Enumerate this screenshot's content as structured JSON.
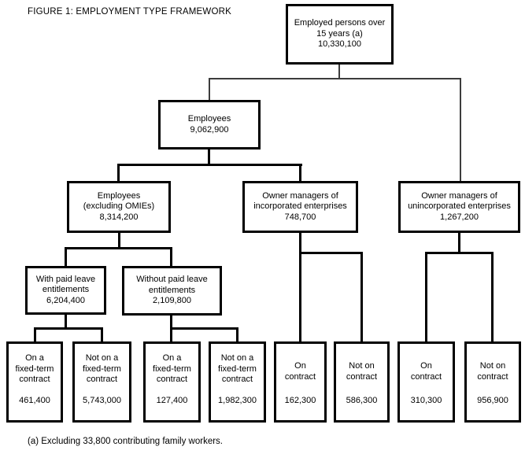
{
  "figure": {
    "title": "FIGURE 1: EMPLOYMENT TYPE FRAMEWORK",
    "footnote": "(a) Excluding 33,800 contributing family workers."
  },
  "nodes": {
    "root": {
      "label": "Employed persons over\n15 years (a)",
      "value": "10,330,100"
    },
    "employees": {
      "label": "Employees",
      "value": "9,062,900"
    },
    "employees_excl_omies": {
      "label": "Employees\n(excluding OMIEs)",
      "value": "8,314,200"
    },
    "om_incorporated": {
      "label": "Owner managers of\nincorporated enterprises",
      "value": "748,700"
    },
    "om_unincorporated": {
      "label": "Owner managers of\nunincorporated enterprises",
      "value": "1,267,200"
    },
    "with_paid_leave": {
      "label": "With paid leave\nentitlements",
      "value": "6,204,400"
    },
    "without_paid_leave": {
      "label": "Without paid leave\nentitlements",
      "value": "2,109,800"
    },
    "wpl_on_fixed_term": {
      "label": "On a\nfixed-term\ncontract",
      "value": "461,400"
    },
    "wpl_not_fixed_term": {
      "label": "Not on a\nfixed-term\ncontract",
      "value": "5,743,000"
    },
    "wopl_on_fixed_term": {
      "label": "On a\nfixed-term\ncontract",
      "value": "127,400"
    },
    "wopl_not_fixed_term": {
      "label": "Not on a\nfixed-term\ncontract",
      "value": "1,982,300"
    },
    "inc_on_contract": {
      "label": "On\ncontract",
      "value": "162,300"
    },
    "inc_not_on_contract": {
      "label": "Not on\ncontract",
      "value": "586,300"
    },
    "uninc_on_contract": {
      "label": "On\ncontract",
      "value": "310,300"
    },
    "uninc_not_on_contract": {
      "label": "Not on\ncontract",
      "value": "956,900"
    }
  },
  "colors": {
    "box_border": "#000000",
    "thick_line": "#000000",
    "thin_line": "#3c3c3c",
    "background": "#ffffff"
  }
}
